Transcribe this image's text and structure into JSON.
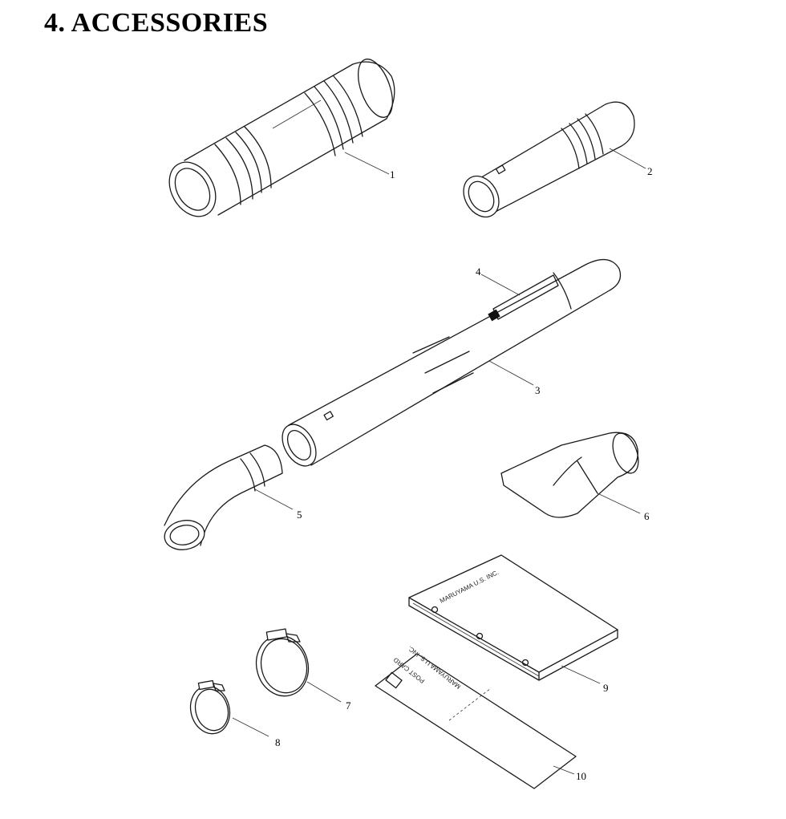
{
  "page": {
    "heading": "4. ACCESSORIES"
  },
  "parts": [
    {
      "number": "1"
    },
    {
      "number": "2"
    },
    {
      "number": "3"
    },
    {
      "number": "4"
    },
    {
      "number": "5"
    },
    {
      "number": "6"
    },
    {
      "number": "7"
    },
    {
      "number": "8"
    },
    {
      "number": "9"
    },
    {
      "number": "10"
    }
  ],
  "manual": {
    "brand": "MARUYAMA U.S. INC."
  },
  "card": {
    "brand": "MARUYAMA U.S. INC.",
    "stamp_text": "POST CARD"
  }
}
